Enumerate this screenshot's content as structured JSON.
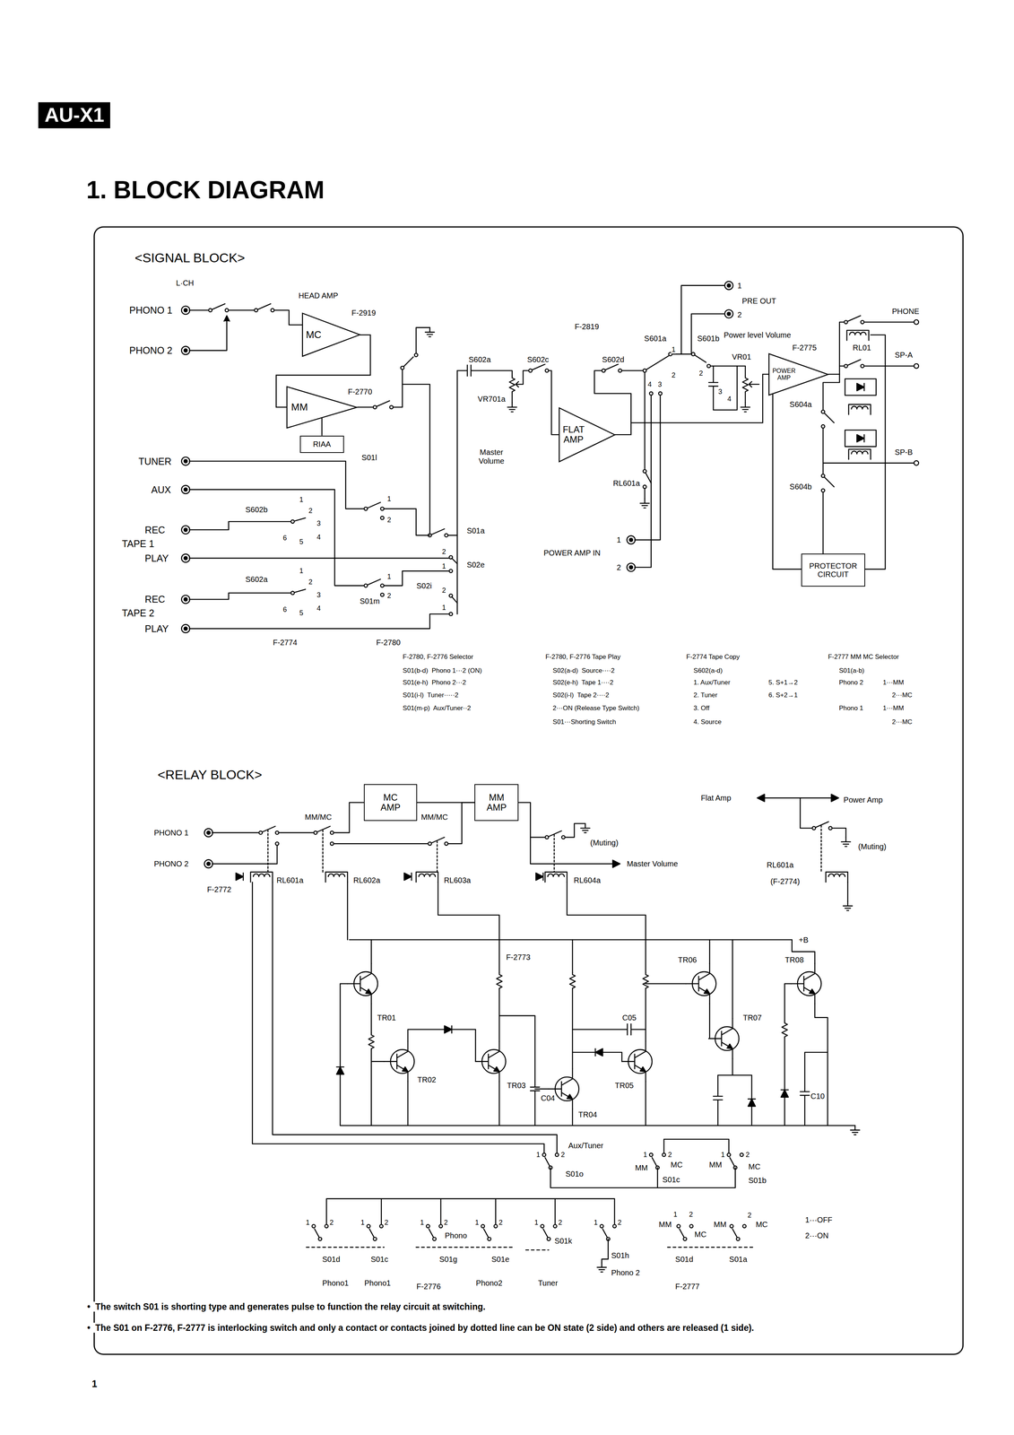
{
  "diagram": {
    "title": "1. BLOCK DIAGRAM",
    "nodes": [
      {
        "text": [
          "MC"
        ]
      },
      {
        "text": [
          "MM"
        ]
      },
      {
        "text": [
          "RIAA"
        ]
      },
      {
        "text": [
          "FLAT AMP"
        ]
      },
      {
        "text": [
          "POWER AMP"
        ]
      },
      {
        "text": [
          "PROTECTOR CIRCUIT"
        ]
      },
      {
        "text": [
          "MC AMP"
        ]
      },
      {
        "text": [
          "MM AMP"
        ]
      }
    ],
    "edges": [
      {
        "from": 0,
        "to": 1,
        "arrow": "none"
      },
      {
        "from": 1,
        "to": 2,
        "arrow": "none"
      },
      {
        "from": 3,
        "to": 4,
        "arrow": "none"
      },
      {
        "from": 6,
        "to": 7,
        "arrow": "none"
      }
    ],
    "labels": [
      "AU-X1",
      "<SIGNAL BLOCK>",
      "L·CH",
      "PHONO 1",
      "PHONO 2",
      "HEAD AMP",
      "F-2919",
      "F-2770",
      "TUNER",
      "AUX",
      "REC",
      "TAPE 1",
      "PLAY",
      "REC",
      "TAPE 2",
      "PLAY",
      "S602b",
      "1",
      "2",
      "3",
      "4",
      "5",
      "6",
      "S602a",
      "1",
      "2",
      "3",
      "4",
      "5",
      "6",
      "S01l",
      "1",
      "2",
      "S01m",
      "1",
      "2",
      "S01a",
      "S02e",
      "S02i",
      "2",
      "1",
      "2",
      "1",
      "F-2774",
      "F-2780",
      "F-2819",
      "S602a",
      "S602c",
      "S602d",
      "VR701a",
      "Master Volume",
      "S601a",
      "S601b",
      "Power level Volume",
      "F-2775",
      "VR01",
      "1",
      "2",
      "4",
      "3",
      "2",
      "3",
      "4",
      "RL601a",
      "1",
      "PRE OUT",
      "2",
      "POWER AMP IN",
      "1",
      "2",
      "PHONE",
      "RL01",
      "SP-A",
      "S604a",
      "S604b",
      "SP-B",
      "F-2780, F-2776 Selector",
      "S01(b-d)  Phono 1···2 (ON)",
      "S01(e-h)  Phono 2···2",
      "S01(i-l)  Tuner·····2",
      "S01(m-p)  Aux/Tuner··2",
      "F-2780, F-2776 Tape Play",
      "S02(a-d)  Source····2",
      "S02(e-h)  Tape 1····2",
      "S02(i-l)  Tape 2····2",
      "2···ON (Release Type Switch)",
      "S01···Shorting Switch",
      "F-2774 Tape Copy",
      "S602(a-d)",
      "1. Aux/Tuner",
      "2. Tuner",
      "3. Off",
      "4. Source",
      "5. S+1→2",
      "6. S+2→1",
      "F-2777 MM MC Selector",
      "S01(a-b)",
      "Phono 2",
      "1···MM",
      "2···MC",
      "Phono 1",
      "1···MM",
      "2···MC",
      "<RELAY BLOCK>",
      "MM/MC",
      "MM/MC",
      "PHONO 1",
      "PHONO 2",
      "F-2772",
      "RL601a",
      "RL602a",
      "RL603a",
      "RL604a",
      "(Muting)",
      "Master Volume",
      "Flat Amp",
      "Power Amp",
      "(Muting)",
      "RL601a",
      "(F-2774)",
      "+B",
      "F-2773",
      "TR01",
      "TR02",
      "TR03",
      "C04",
      "TR04",
      "TR05",
      "C05",
      "TR06",
      "TR07",
      "TR08",
      "C10",
      "1",
      "2",
      "Aux/Tuner",
      "S01o",
      "1",
      "2",
      "MM",
      "MC",
      "S01c",
      "1",
      "MM",
      "2",
      "MC",
      "S01b",
      "1",
      "2",
      "1",
      "2",
      "1",
      "2",
      "1",
      "2",
      "1",
      "2",
      "1",
      "2",
      "MM",
      "1",
      "2",
      "MC",
      "MM",
      "2",
      "MC",
      "Phono",
      "S01d",
      "S01c",
      "S01g",
      "S01e",
      "S01k",
      "S01h",
      "S01d",
      "S01a",
      "1···OFF",
      "2···ON",
      "Phono 2",
      "Phono1",
      "Phono1",
      "F-2776",
      "Phono2",
      "Tuner",
      "F-2777",
      "•  The switch S01 is shorting type and generates pulse to function the relay circuit at switching.",
      "•  The S01 on F-2776, F-2777 is interlocking switch and only a contact or contacts joined by dotted line can be ON state (2 side) and others are released (1 side).",
      "1"
    ]
  }
}
